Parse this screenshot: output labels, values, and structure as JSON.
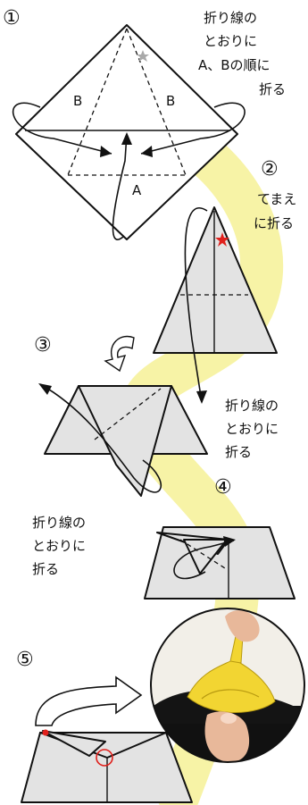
{
  "steps": [
    {
      "number": "①",
      "instruction": [
        "折り線の",
        "とおりに",
        "A、Bの順に",
        "折る"
      ],
      "labels": [
        "B",
        "B",
        "A"
      ]
    },
    {
      "number": "②",
      "instruction": [
        "てまえ",
        "に折る"
      ]
    },
    {
      "number": "③",
      "instruction": [
        "折り線の",
        "とおりに",
        "折る"
      ]
    },
    {
      "number": "④",
      "instruction": [
        "折り線の",
        "とおりに",
        "折る"
      ]
    },
    {
      "number": "⑤"
    }
  ],
  "colors": {
    "paper": "#e3e3e3",
    "outline": "#111111",
    "yellow_path": "#f7f3a6",
    "star_step1": "#a9a9a9",
    "marker_red": "#e0201c"
  },
  "icons": [
    "star-icon",
    "circle-marker-icon",
    "curved-arrow-icon",
    "photo-hand-yellow-origami"
  ]
}
